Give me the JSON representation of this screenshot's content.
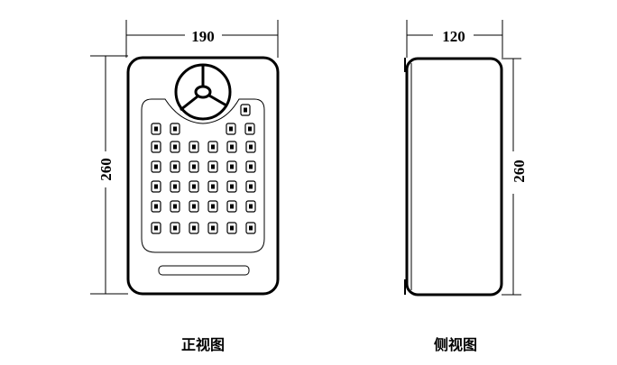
{
  "front_view": {
    "caption": "正视图",
    "width_label": "190",
    "height_label": "260"
  },
  "side_view": {
    "caption": "侧视图",
    "width_label": "120",
    "height_label": "260"
  },
  "colors": {
    "line": "#000000",
    "background": "#ffffff"
  }
}
